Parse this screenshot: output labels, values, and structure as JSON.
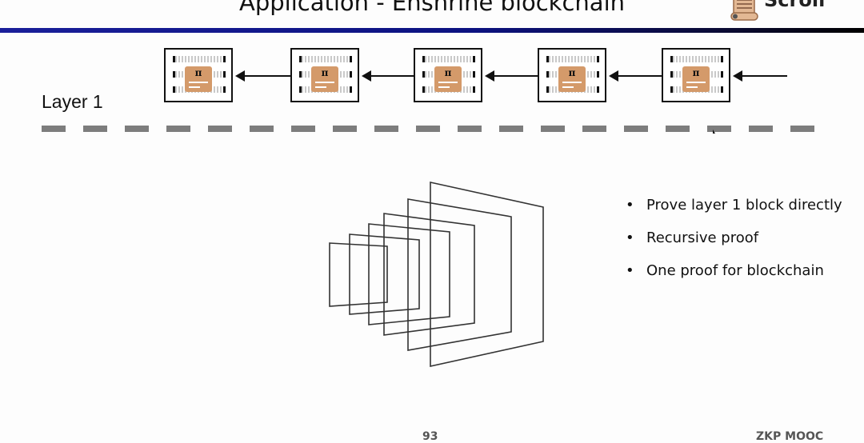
{
  "slide": {
    "title": "Application - Enshrine blockchain",
    "logo_text": "Scroll",
    "layer_label": "Layer 1",
    "blocks": [
      {
        "proof_symbol": "π"
      },
      {
        "proof_symbol": "π"
      },
      {
        "proof_symbol": "π"
      },
      {
        "proof_symbol": "π"
      },
      {
        "proof_symbol": "π"
      }
    ],
    "bullets": [
      "Prove layer 1 block directly",
      "Recursive proof",
      "One proof for blockchain"
    ],
    "page_number": "93",
    "footer_right": "ZKP MOOC",
    "colors": {
      "title_rule": "#0c1280",
      "proof_badge": "#d49a6a",
      "dashed_separator": "#7d7d7d"
    }
  }
}
